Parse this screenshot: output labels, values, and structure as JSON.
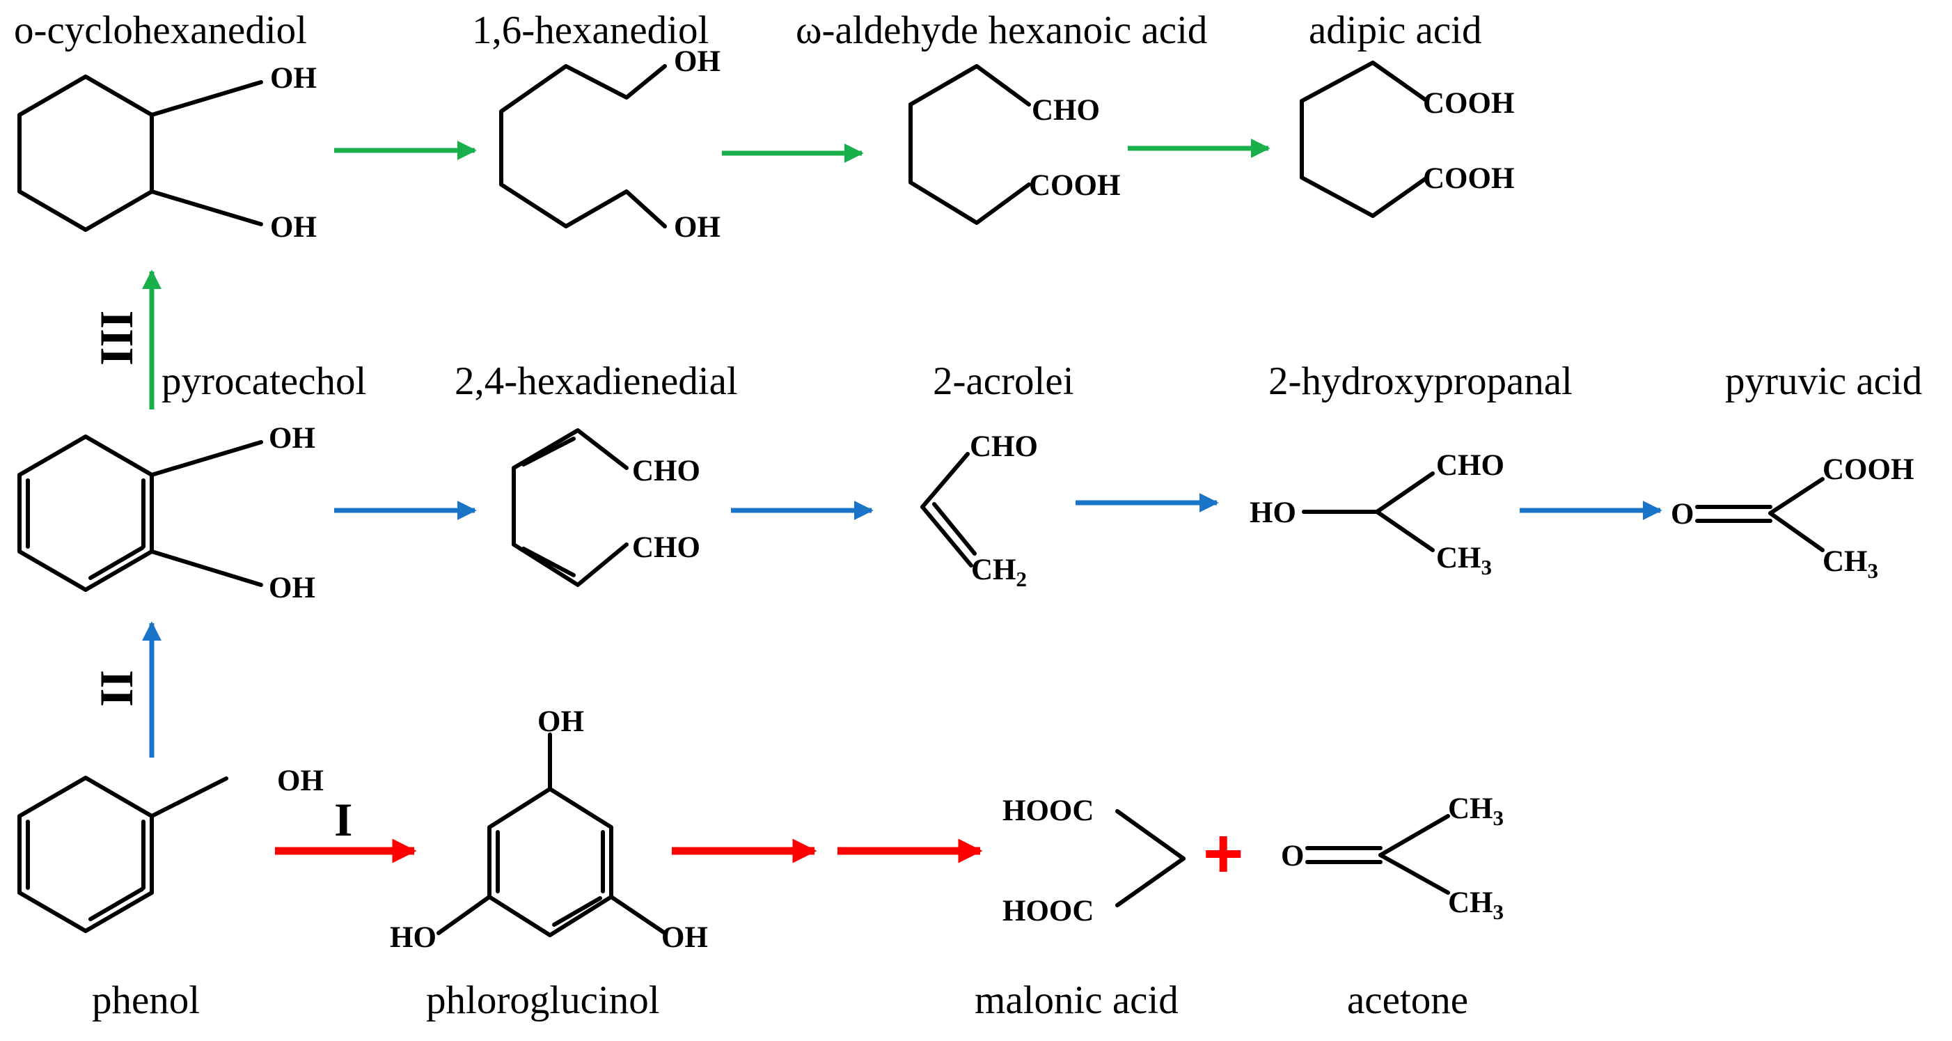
{
  "names": {
    "cyclohexanediol": "o-cyclohexanediol",
    "hexanediol": "1,6-hexanediol",
    "aldehyde_acid": "ω-aldehyde hexanoic acid",
    "adipic": "adipic acid",
    "pyrocatechol": "pyrocatechol",
    "hexadienedial": "2,4-hexadienedial",
    "acrolei": "2-acrolei",
    "hydroxypropanal": "2-hydroxypropanal",
    "pyruvic": "pyruvic acid",
    "phenol": "phenol",
    "phloroglucinol": "phloroglucinol",
    "malonic": "malonic acid",
    "acetone": "acetone"
  },
  "pathways": {
    "I": "I",
    "II": "II",
    "III": "III"
  },
  "plus": "+",
  "groups": {
    "OH": "OH",
    "HO": "HO",
    "CHO": "CHO",
    "COOH": "COOH",
    "HOOC": "HOOC",
    "O": "O",
    "CH": "CH",
    "sub2": "2",
    "sub3": "3"
  },
  "colors": {
    "pathway_I": "#ff0000",
    "pathway_II": "#1a75c8",
    "pathway_III": "#19b04b",
    "structures": "#000000"
  }
}
